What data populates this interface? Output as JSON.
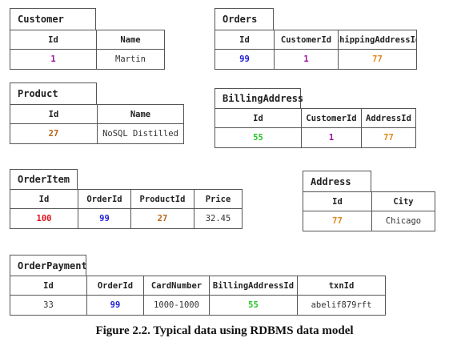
{
  "tables": {
    "customer": {
      "name": "Customer",
      "headers": [
        "Id",
        "Name"
      ],
      "row": [
        "1",
        "Martin"
      ],
      "colors": [
        "purple",
        "plain"
      ]
    },
    "orders": {
      "name": "Orders",
      "headers": [
        "Id",
        "CustomerId",
        "ShippingAddressId"
      ],
      "row": [
        "99",
        "1",
        "77"
      ],
      "colors": [
        "blue",
        "purple",
        "orange"
      ]
    },
    "product": {
      "name": "Product",
      "headers": [
        "Id",
        "Name"
      ],
      "row": [
        "27",
        "NoSQL Distilled"
      ],
      "colors": [
        "brown",
        "plain"
      ]
    },
    "billing_address": {
      "name": "BillingAddress",
      "headers": [
        "Id",
        "CustomerId",
        "AddressId"
      ],
      "row": [
        "55",
        "1",
        "77"
      ],
      "colors": [
        "green",
        "purple",
        "orange"
      ]
    },
    "order_item": {
      "name": "OrderItem",
      "headers": [
        "Id",
        "OrderId",
        "ProductId",
        "Price"
      ],
      "row": [
        "100",
        "99",
        "27",
        "32.45"
      ],
      "colors": [
        "red",
        "blue",
        "brown",
        "plain"
      ]
    },
    "address": {
      "name": "Address",
      "headers": [
        "Id",
        "City"
      ],
      "row": [
        "77",
        "Chicago"
      ],
      "colors": [
        "orange",
        "plain"
      ]
    },
    "order_payment": {
      "name": "OrderPayment",
      "headers": [
        "Id",
        "OrderId",
        "CardNumber",
        "BillingAddressId",
        "txnId"
      ],
      "row": [
        "33",
        "99",
        "1000-1000",
        "55",
        "abelif879rft"
      ],
      "colors": [
        "plain",
        "blue",
        "plain",
        "green",
        "plain"
      ]
    }
  },
  "caption": "Figure 2.2. Typical data using RDBMS data model",
  "palette": {
    "purple": "#9b109b",
    "blue": "#1d1dd6",
    "orange": "#e08a1a",
    "brown": "#b8661a",
    "green": "#25c425",
    "red": "#e0101d"
  }
}
